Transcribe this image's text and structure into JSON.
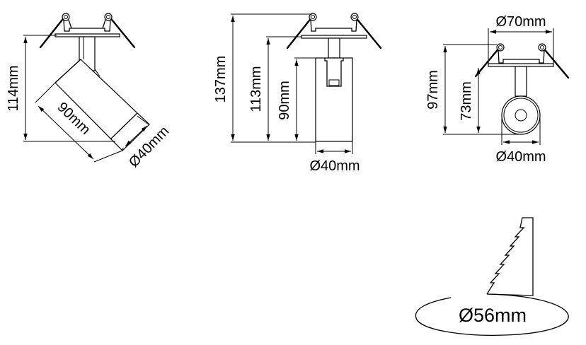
{
  "title": "Adjustable recessed spotlight dimension drawing",
  "views": {
    "side_tilted": {
      "height_label": "114mm",
      "body_length_label": "90mm",
      "body_diameter_label": "Ø40mm"
    },
    "side_straight": {
      "total_height_label": "137mm",
      "below_ring_label": "113mm",
      "body_length_label": "90mm",
      "body_diameter_label": "Ø40mm"
    },
    "front": {
      "ring_diameter_label": "Ø70mm",
      "total_height_label": "97mm",
      "below_ring_label": "73mm",
      "body_diameter_label": "Ø40mm"
    },
    "cutout": {
      "cutout_diameter_label": "Ø56mm"
    }
  },
  "colors": {
    "line": "#000000",
    "background": "#ffffff"
  }
}
